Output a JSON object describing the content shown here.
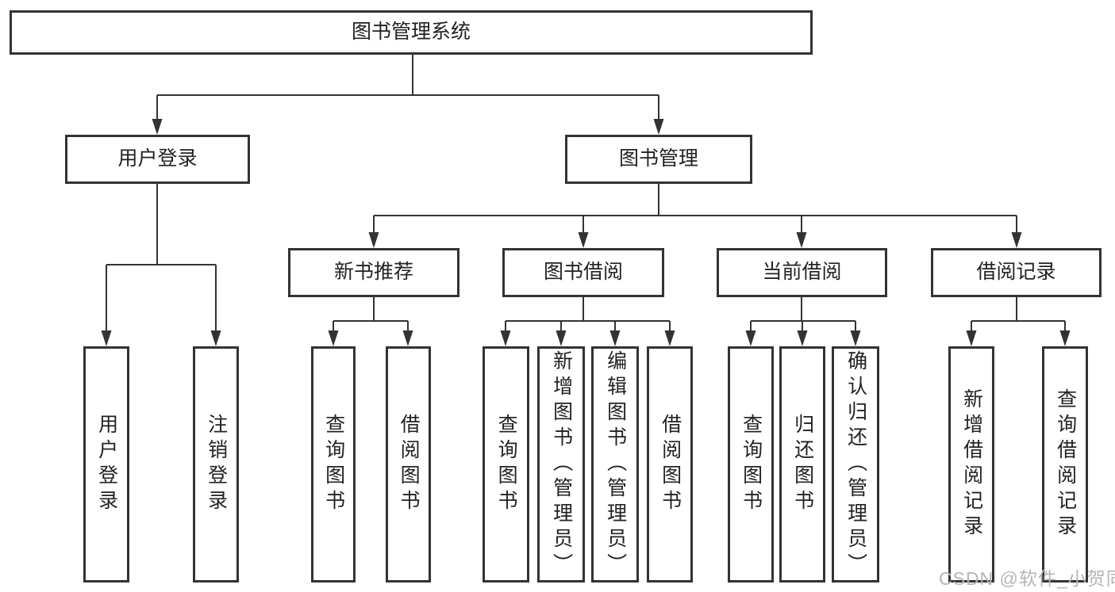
{
  "diagram": {
    "tree": {
      "label": "图书管理系统",
      "children": [
        {
          "label": "用户登录",
          "children": [
            {
              "label": "用户登录"
            },
            {
              "label": "注销登录"
            }
          ]
        },
        {
          "label": "图书管理",
          "children": [
            {
              "label": "新书推荐",
              "children": [
                {
                  "label": "查询图书"
                },
                {
                  "label": "借阅图书"
                }
              ]
            },
            {
              "label": "图书借阅",
              "children": [
                {
                  "label": "查询图书"
                },
                {
                  "label": "新增图书（管理员）"
                },
                {
                  "label": "编辑图书（管理员）"
                },
                {
                  "label": "借阅图书"
                }
              ]
            },
            {
              "label": "当前借阅",
              "children": [
                {
                  "label": "查询图书"
                },
                {
                  "label": "归还图书"
                },
                {
                  "label": "确认归还（管理员）"
                }
              ]
            },
            {
              "label": "借阅记录",
              "children": [
                {
                  "label": "新增借阅记录"
                },
                {
                  "label": "查询借阅记录"
                }
              ]
            }
          ]
        }
      ]
    }
  },
  "watermark": {
    "text": "CSDN @软件_小贺同学"
  },
  "colors": {
    "line": "#333333",
    "box_border": "#333333",
    "text": "#222222",
    "background": "#ffffff",
    "watermark": "#b5b5b5"
  }
}
